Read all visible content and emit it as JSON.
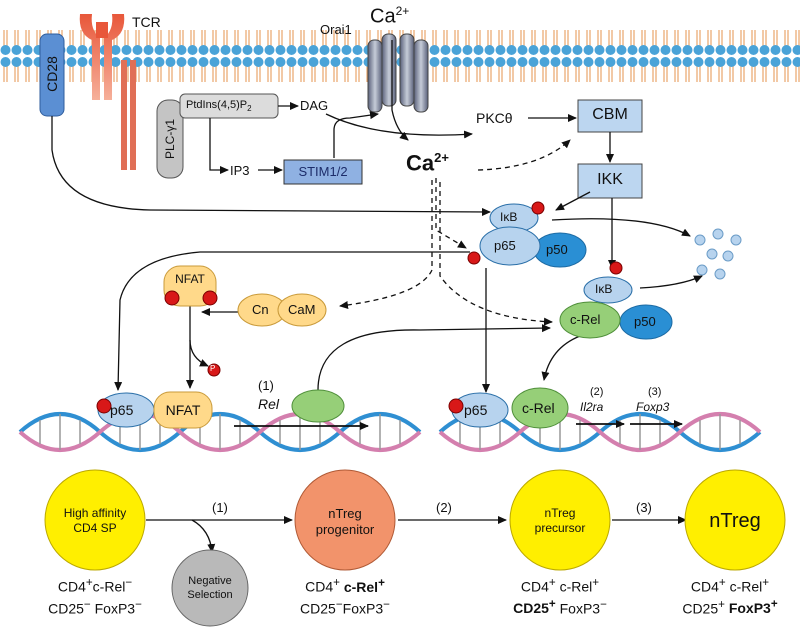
{
  "membrane": {
    "cd28": "CD28",
    "tcr": "TCR",
    "orai1": "Orai1",
    "ca_top": "Ca",
    "ca_top_sup": "2+",
    "plc": "PLC-γ1",
    "pip2": "PtdIns(4,5)P",
    "pip2_sub": "2",
    "dag": "DAG",
    "ip3": "IP3",
    "stim": "STIM1/2",
    "pkc": "PKCθ",
    "cbm": "CBM",
    "ca_mid": "Ca",
    "ca_mid_sup": "2+",
    "ikk": "IKK"
  },
  "cytoplasm": {
    "ikb1": "IκB",
    "p65_1": "p65",
    "p50_1": "p50",
    "nfat": "NFAT",
    "cn": "Cn",
    "cam": "CaM",
    "ikb2": "IκB",
    "crel": "c-Rel",
    "p50_2": "p50",
    "phospho": "P"
  },
  "nucleus": {
    "p65_left": "p65",
    "nfat_left": "NFAT",
    "step1": "(1)",
    "rel": "Rel",
    "p65_right": "p65",
    "crel_right": "c-Rel",
    "step2": "(2)",
    "il2ra": "Il2ra",
    "step3": "(3)",
    "foxp3": "Foxp3"
  },
  "lineage": {
    "cell1": [
      "High affinity",
      "CD4 SP"
    ],
    "cell2": [
      "nTreg",
      "progenitor"
    ],
    "cell3": [
      "nTreg",
      "precursor"
    ],
    "cell4": "nTreg",
    "neg": [
      "Negative",
      "Selection"
    ],
    "arrow1": "(1)",
    "arrow2": "(2)",
    "arrow3": "(3)",
    "cap1": {
      "cd4": "CD4",
      "crel": "c-Rel",
      "crel_sup": "−",
      "cd25": "CD25",
      "cd25_sup": "−",
      "foxp3": "FoxP3",
      "foxp3_sup": "−"
    },
    "cap2": {
      "cd4": "CD4",
      "crel": "c-Rel",
      "crel_sup": "+",
      "cd25": "CD25",
      "cd25_sup": "−",
      "foxp3": "FoxP3",
      "foxp3_sup": "−"
    },
    "cap3": {
      "cd4": "CD4",
      "crel": "c-Rel",
      "crel_sup": "+",
      "cd25": "CD25",
      "cd25_sup": "+",
      "foxp3": "FoxP3",
      "foxp3_sup": "−"
    },
    "cap4": {
      "cd4": "CD4",
      "crel": "c-Rel",
      "crel_sup": "+",
      "cd25": "CD25",
      "cd25_sup": "+",
      "foxp3": "FoxP3",
      "foxp3_sup": "+"
    }
  },
  "colors": {
    "lipid_head": "#4aa3d8",
    "tail": "#e9a46a",
    "blue_light": "#b7d3ee",
    "blue_dark": "#2a8fd4",
    "green": "#96cf78",
    "yellow": "#ffd98a",
    "red": "#d81818",
    "cell_yellow": "#ffef00",
    "cell_orange": "#f2936b",
    "grey": "#b9b9b9"
  }
}
